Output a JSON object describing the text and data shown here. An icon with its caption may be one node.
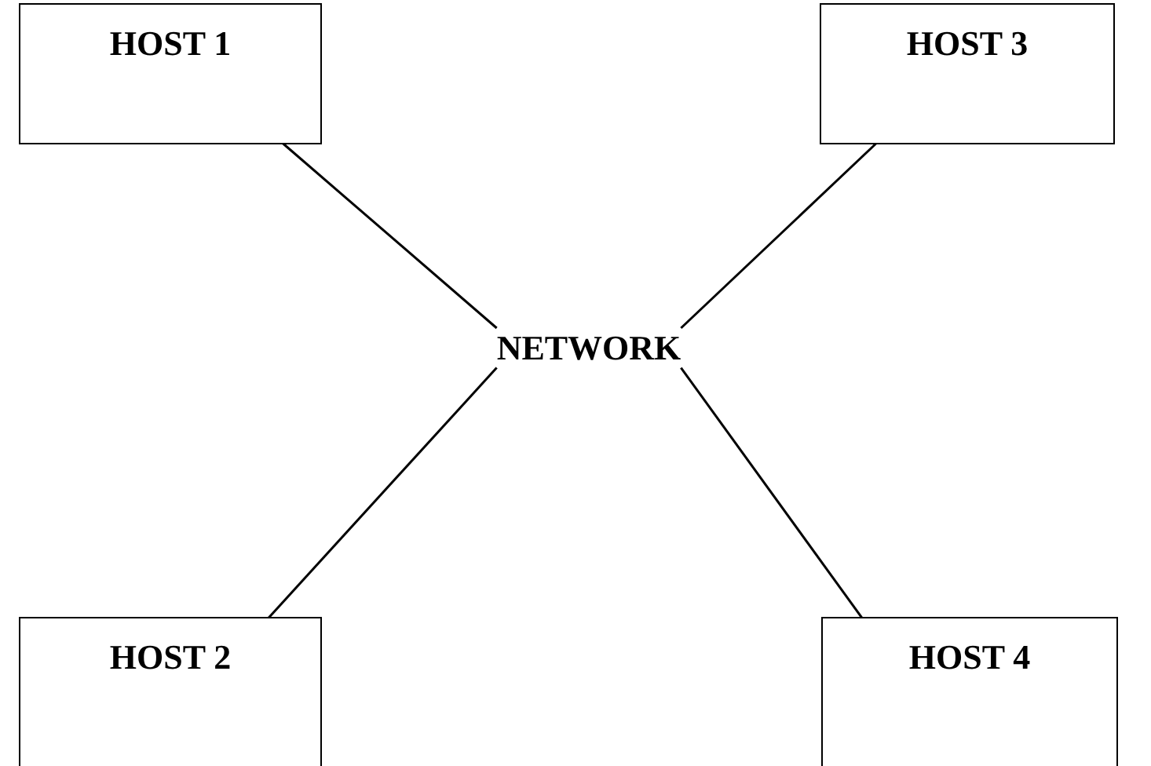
{
  "diagram": {
    "nodes": [
      {
        "text": [
          "HOST 1"
        ]
      },
      {
        "text": [
          "HOST 3"
        ]
      },
      {
        "text": [
          "NETWORK"
        ]
      },
      {
        "text": [
          "HOST 2"
        ]
      },
      {
        "text": [
          "HOST 4"
        ]
      }
    ],
    "edges": [
      {
        "from": 0,
        "to": 2,
        "arrow": "none"
      },
      {
        "from": 1,
        "to": 2,
        "arrow": "none"
      },
      {
        "from": 3,
        "to": 2,
        "arrow": "none"
      },
      {
        "from": 4,
        "to": 2,
        "arrow": "none"
      }
    ]
  }
}
